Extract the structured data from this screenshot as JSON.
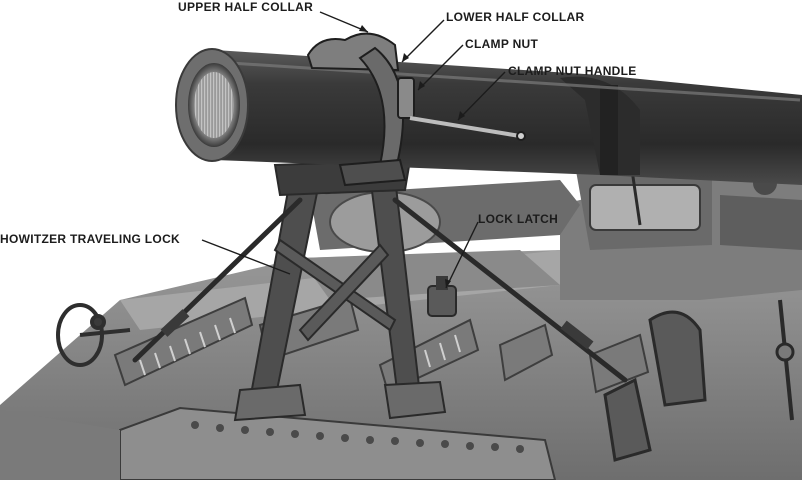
{
  "figure": {
    "subject": "howitzer-on-vehicle-deck-photo",
    "tone": "#8c8c8c",
    "callouts": {
      "upper_half_collar": "UPPER HALF COLLAR",
      "lower_half_collar": "LOWER HALF COLLAR",
      "clamp_nut": "CLAMP NUT",
      "clamp_nut_handle": "CLAMP NUT HANDLE",
      "lock_latch": "LOCK LATCH",
      "howitzer_traveling_lock": "HOWITZER TRAVELING LOCK"
    }
  }
}
